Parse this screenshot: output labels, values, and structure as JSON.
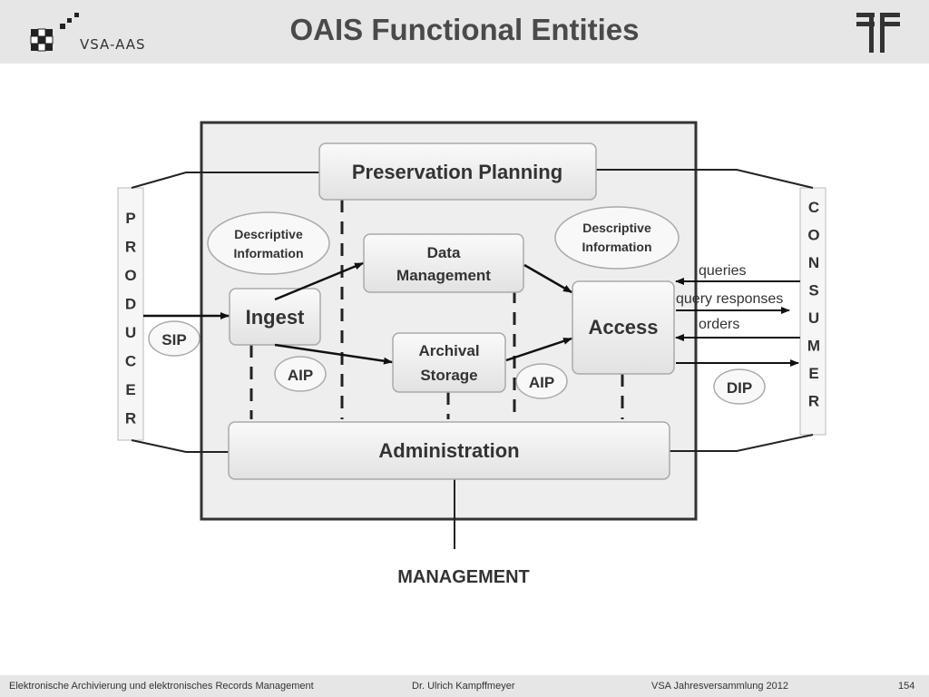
{
  "header": {
    "title": "OAIS Functional Entities",
    "logo_text": "VSA-AAS"
  },
  "diagram": {
    "producer_label": "PRODUCER",
    "consumer_label": "CONSUMER",
    "preservation_planning": "Preservation Planning",
    "descriptive_info_left": [
      "Descriptive",
      "Information"
    ],
    "descriptive_info_right": [
      "Descriptive",
      "Information"
    ],
    "data_management": [
      "Data",
      "Management"
    ],
    "ingest": "Ingest",
    "access": "Access",
    "archival_storage": [
      "Archival",
      "Storage"
    ],
    "sip": "SIP",
    "aip_left": "AIP",
    "aip_right": "AIP",
    "dip": "DIP",
    "queries": "queries",
    "query_responses": "query responses",
    "orders": "orders",
    "administration": "Administration",
    "management": "MANAGEMENT"
  },
  "footer": {
    "left": "Elektronische Archivierung und elektronisches Records Management",
    "center": "Dr. Ulrich Kampffmeyer",
    "right": "VSA Jahresversammlung 2012",
    "page": "154"
  },
  "colors": {
    "header_bg": "#e6e6e6",
    "box_bg": "#eeeeee",
    "title_text": "#4a4a4a",
    "diagram_text": "#333333"
  }
}
